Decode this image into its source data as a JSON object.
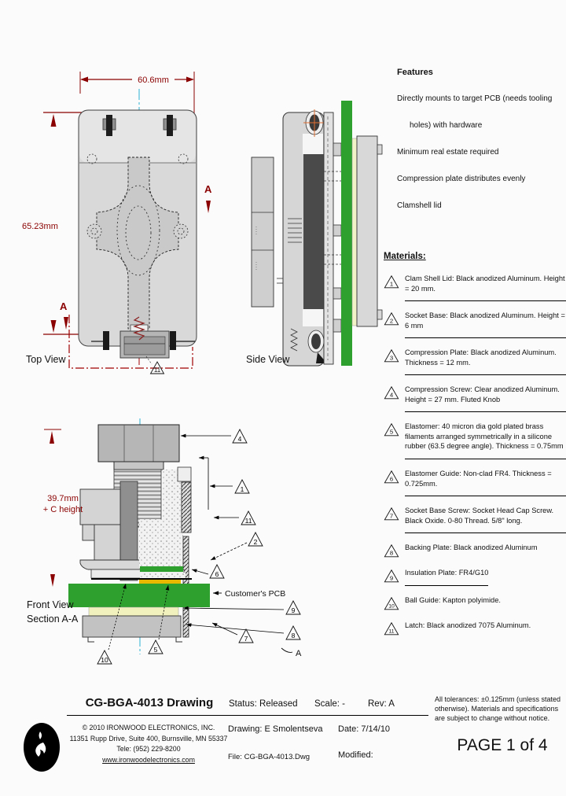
{
  "features": {
    "heading": "Features",
    "items": [
      "Directly mounts to target PCB (needs tooling",
      "holes) with hardware",
      "Minimum real estate required",
      "Compression plate distributes evenly",
      "Clamshell lid"
    ]
  },
  "materials": {
    "heading": "Materials:",
    "items": [
      {
        "num": "1",
        "text": "Clam Shell Lid: Black anodized Aluminum. Height = 20 mm."
      },
      {
        "num": "2",
        "text": "Socket Base: Black anodized Aluminum. Height = 6 mm"
      },
      {
        "num": "3",
        "text": "Compression Plate: Black anodized Aluminum. Thickness = 12 mm."
      },
      {
        "num": "4",
        "text": "Compression Screw: Clear anodized Aluminum. Height = 27 mm. Fluted Knob"
      },
      {
        "num": "5",
        "text": "Elastomer: 40 micron dia gold plated brass filaments arranged symmetrically in a silicone rubber (63.5 degree angle). Thickness = 0.75mm"
      },
      {
        "num": "6",
        "text": "Elastomer Guide: Non-clad FR4. Thickness = 0.725mm."
      },
      {
        "num": "7",
        "text": "Socket Base Screw: Socket Head Cap Screw. Black Oxide. 0-80 Thread. 5/8\" long."
      },
      {
        "num": "8",
        "text": "Backing Plate: Black anodized Aluminum"
      },
      {
        "num": "9",
        "text": "Insulation Plate: FR4/G10"
      },
      {
        "num": "10",
        "text": "Ball Guide: Kapton polyimide."
      },
      {
        "num": "11",
        "text": "Latch: Black anodized 7075 Aluminum."
      }
    ]
  },
  "top_view": {
    "label": "Top View",
    "width_dim": "60.6mm",
    "height_dim": "65.23mm",
    "section_letter": "A",
    "latch_callout": "11"
  },
  "side_view": {
    "label": "Side View"
  },
  "front_view": {
    "label1": "Front View",
    "label2": "Section A-A",
    "height_dim": "39.7mm",
    "height_dim2": "+  C height",
    "pcb_label": "Customer's PCB",
    "section_letter": "A",
    "callouts": {
      "screw": "4",
      "lid": "1",
      "latch": "11",
      "base": "2",
      "guide": "6",
      "insulation": "9",
      "backing": "8",
      "base_screw": "7",
      "elastomer": "5",
      "ball_guide": "10"
    }
  },
  "title_block": {
    "title": "CG-BGA-4013 Drawing",
    "status": "Status: Released",
    "scale": "Scale: -",
    "rev": "Rev: A",
    "copyright": "© 2010 IRONWOOD ELECTRONICS, INC.",
    "address": "11351 Rupp Drive, Suite 400, Burnsville, MN 55337",
    "phone": "Tele: (952) 229-8200",
    "website": "www.ironwoodelectronics.com",
    "drawing_by": "Drawing: E Smolentseva",
    "file": "File: CG-BGA-4013.Dwg",
    "date": "Date: 7/14/10",
    "modified": "Modified:",
    "tolerances": "All tolerances: ±0.125mm (unless stated otherwise).  Materials and specifications are subject to change without notice.",
    "page_num": "PAGE 1 of 4"
  },
  "colors": {
    "dim_red": "#8b0000",
    "centerline_cyan": "#2ab0d6",
    "pcb_green": "#2da02d",
    "insulation_yellow": "#f1f1bd",
    "elastomer_gold": "#e8b800"
  }
}
